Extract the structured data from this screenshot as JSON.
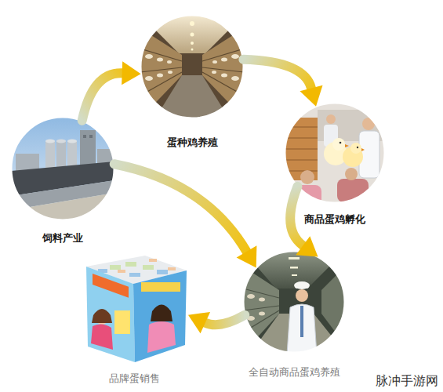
{
  "diagram": {
    "nodes": [
      {
        "text": [
          "饲料产业"
        ]
      },
      {
        "text": [
          "蛋种鸡养殖"
        ]
      },
      {
        "text": [
          "商品蛋鸡孵化"
        ]
      },
      {
        "text": [
          "全自动商品蛋鸡养殖"
        ]
      },
      {
        "text": [
          "品牌蛋销售"
        ]
      }
    ],
    "edges": [
      {
        "from": 0,
        "to": 1,
        "arrow": "to"
      },
      {
        "from": 1,
        "to": 2,
        "arrow": "to"
      },
      {
        "from": 2,
        "to": 3,
        "arrow": "to"
      },
      {
        "from": 0,
        "to": 3,
        "arrow": "to"
      },
      {
        "from": 3,
        "to": 4,
        "arrow": "to"
      }
    ],
    "labels": [
      "脉冲手游网"
    ]
  }
}
